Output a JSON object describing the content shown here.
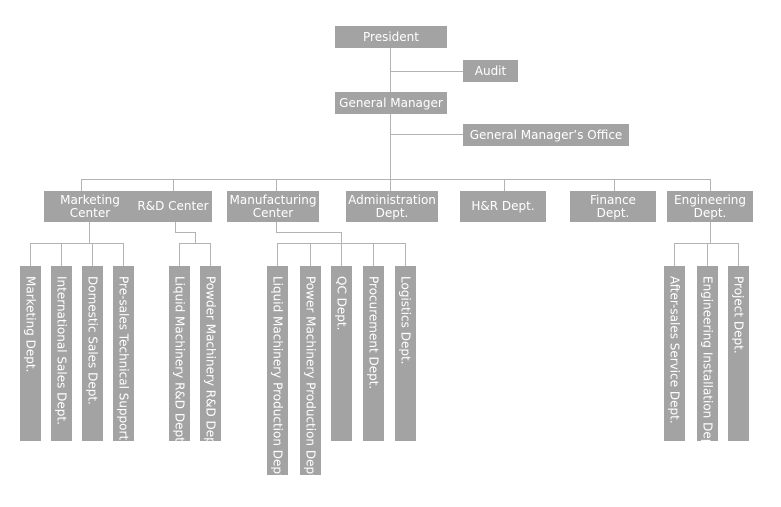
{
  "org": {
    "president": "President",
    "audit": "Audit",
    "general_manager": "General Manager",
    "gm_office": "General Manager’s Office",
    "departments": {
      "marketing": "Marketing\nCenter",
      "rd": "R&D Center",
      "manufacturing": "Manufacturing\nCenter",
      "administration": "Administration\nDept.",
      "hr": "H&R Dept.",
      "finance": "Finance\nDept.",
      "engineering": "Engineering\nDept."
    },
    "marketing_units": [
      "Marketing Dept.",
      "International Sales Dept.",
      "Domestic Sales Dept.",
      "Pre-sales Technical Support"
    ],
    "rd_units": [
      "Liquid Machinery R&D Dept.",
      "Powder Machinery R&D Dept."
    ],
    "manufacturing_units": [
      "Liquid Machinery Production Dept.",
      "Power Machinery Production Dept.",
      "QC Dept.",
      "Procurement Dept.",
      "Logistics Dept."
    ],
    "engineering_units": [
      "After-sales Service Dept.",
      "Engineering Installation Dept.",
      "Project Dept."
    ]
  },
  "colors": {
    "box": "#a3a3a3",
    "text": "#ffffff",
    "line": "#b3b3b3"
  }
}
